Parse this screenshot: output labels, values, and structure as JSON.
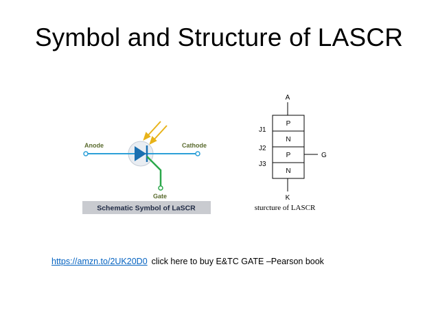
{
  "slide": {
    "title": "Symbol and Structure of LASCR"
  },
  "schematic": {
    "anode_label": "Anode",
    "cathode_label": "Cathode",
    "gate_label": "Gate",
    "caption": "Schematic Symbol of LaSCR",
    "colors": {
      "wire": "#2b9fd8",
      "gate_wire": "#2aa84a",
      "light_arrows": "#e8b319",
      "device": "#1a6fb0",
      "label_text": "#5a6b2e",
      "caption_bg": "#c9cbd0"
    }
  },
  "structure": {
    "anode_terminal": "A",
    "cathode_terminal": "K",
    "gate_terminal": "G",
    "junctions": [
      "J1",
      "J2",
      "J3"
    ],
    "layers": [
      "P",
      "N",
      "P",
      "N"
    ],
    "caption": "sturcture of LASCR"
  },
  "footer": {
    "link_text": "https://amzn.to/2UK20D0",
    "promo_text": "click here to buy  E&TC  GATE –Pearson book"
  }
}
